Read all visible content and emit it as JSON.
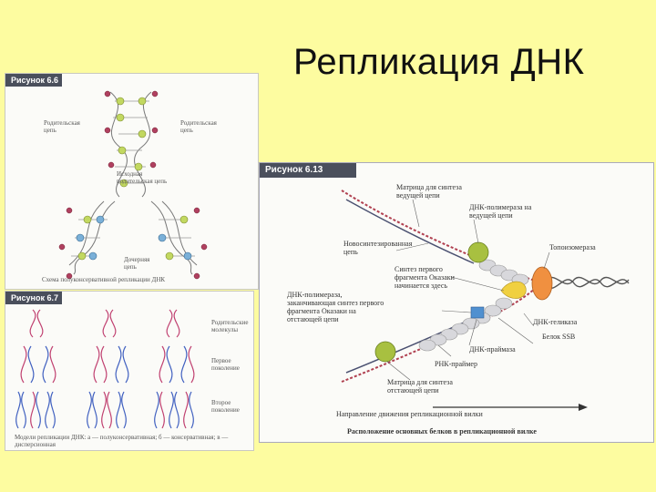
{
  "slide": {
    "title": "Репликация ДНК"
  },
  "fig1": {
    "header": "Рисунок 6.6",
    "labels": [
      "Родительская цепь",
      "Родительская цепь",
      "Исходная родительская цепь",
      "Дочерняя цепь"
    ],
    "caption": "Схема полуконсервативной репликации ДНК"
  },
  "fig2": {
    "header": "Рисунок 6.7",
    "labels": [
      "Родительские молекулы",
      "Первое поколение",
      "Второе поколение"
    ],
    "caption": "Модели репликации ДНК: а — полуконсервативная; б — консервативная; в — дисперсионная"
  },
  "fig3": {
    "header": "Рисунок 6.13",
    "labels": [
      "Матрица для синтеза ведущей цепи",
      "ДНК-полимераза на ведущей цепи",
      "Топоизомераза",
      "Новосинтезированная цепь",
      "Синтез первого фрагмента Оказаки начинается здесь",
      "ДНК-полимераза, заканчивающая синтез первого фрагмента Оказаки на отстающей цепи",
      "ДНК-геликаза",
      "Белок SSB",
      "ДНК-праймаза",
      "РНК-праймер",
      "Матрица для синтеза отстающей цепи",
      "Направление движения репликационной вилки",
      "Расположение основных белков в репликационной вилке"
    ]
  }
}
